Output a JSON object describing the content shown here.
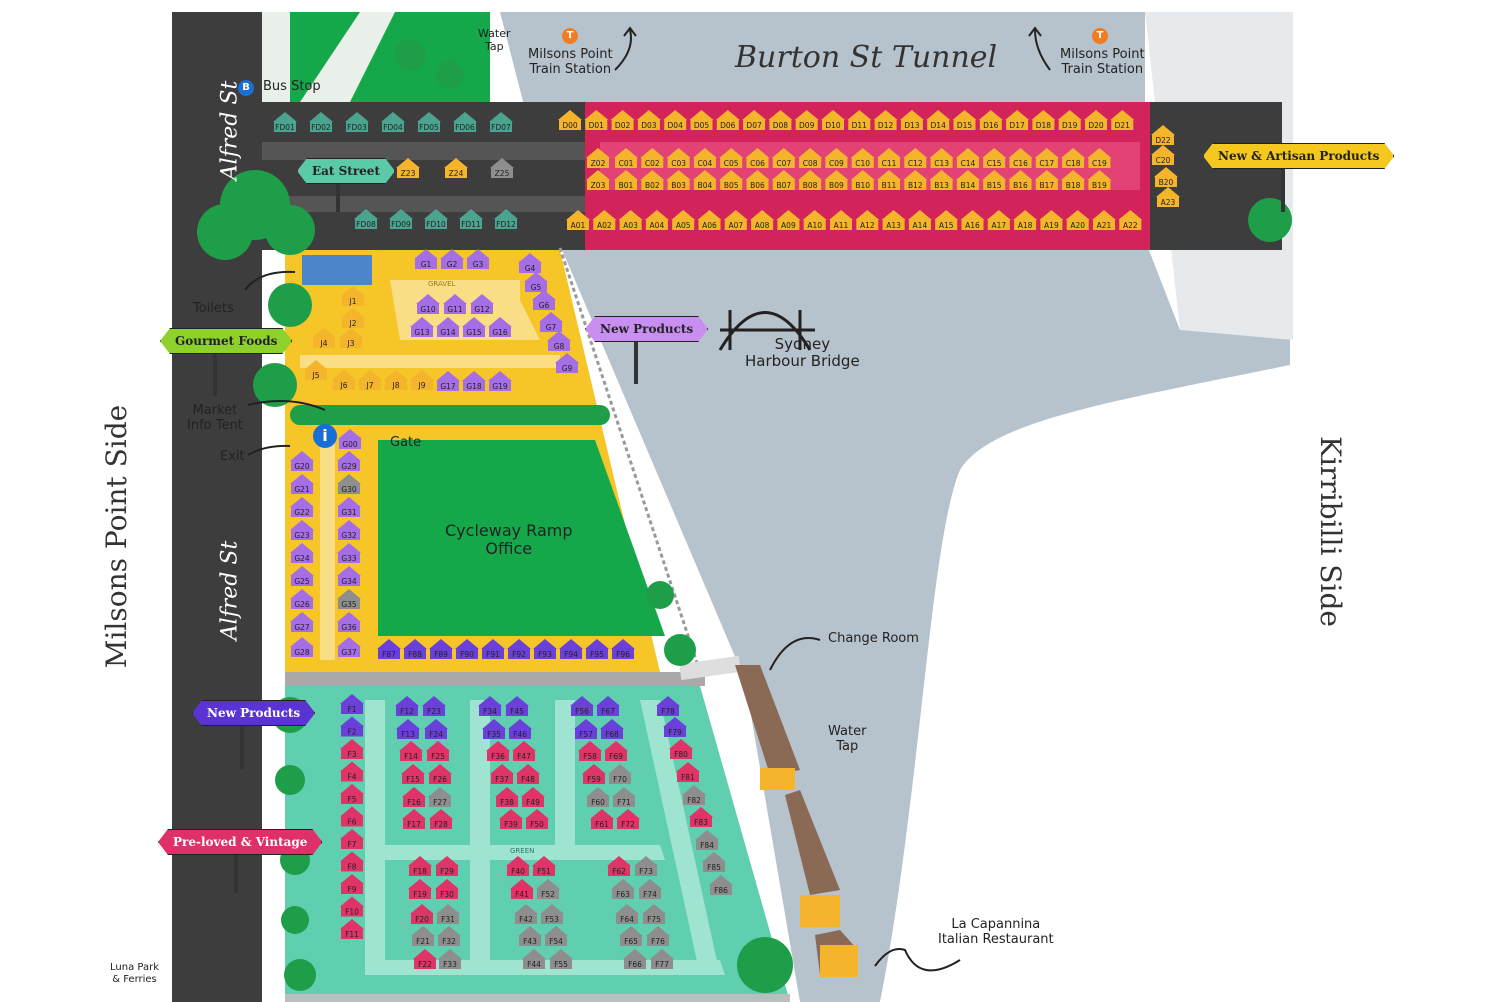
{
  "labels": {
    "milsons_side": "Milsons Point Side",
    "kirribilli_side": "Kirribilli Side",
    "tunnel": "Burton St Tunnel",
    "alfred_top": "Alfred St",
    "alfred_bottom": "Alfred St",
    "bus_stop": "Bus Stop",
    "water_tap_top": "Water\nTap",
    "train_left": "Milsons Point\nTrain Station",
    "train_right": "Milsons Point\nTrain Station",
    "toilets": "Toilets",
    "market_info": "Market\nInfo Tent",
    "exit": "Exit",
    "gate": "Gate",
    "cycleway": "Cycleway Ramp\nOffice",
    "harbour_bridge": "Sydney\nHarbour Bridge",
    "change_room": "Change Room",
    "water_tap_right": "Water\nTap",
    "restaurant": "La Capannina\nItalian Restaurant",
    "luna_park": "Luna Park\n& Ferries",
    "gravel": "GRAVEL",
    "green": "GREEN"
  },
  "signs": {
    "eat_street": "Eat Street",
    "gourmet_foods": "Gourmet Foods",
    "new_products_top": "New Products",
    "new_artisan": "New & Artisan Products",
    "new_products_left": "New Products",
    "preloved": "Pre-loved & Vintage"
  },
  "icons": {
    "bus": "B",
    "train": "T",
    "info": "i"
  },
  "colors": {
    "road": "#3d3d3d",
    "water": "#b7c3cc",
    "yellow_zone": "#f6c527",
    "pink_zone": "#d2245a",
    "green_zone": "#5fcfb0",
    "cycleway": "#14a84a",
    "tent_yellow": "#f4b52c",
    "tent_purple": "#a56ee6",
    "tent_violet": "#6a40d8",
    "tent_pink": "#e03468",
    "tent_grey": "#8e8e8e",
    "tent_teal": "#4aa48f"
  },
  "stalls": {
    "fd": [
      "FD01",
      "FD02",
      "FD03",
      "FD04",
      "FD05",
      "FD06",
      "FD07",
      "FD08",
      "FD09",
      "FD10",
      "FD11",
      "FD12"
    ],
    "z": [
      "Z23",
      "Z24",
      "Z25",
      "Z02",
      "Z03"
    ],
    "d": [
      "D00",
      "D01",
      "D02",
      "D03",
      "D04",
      "D05",
      "D06",
      "D07",
      "D08",
      "D09",
      "D10",
      "D11",
      "D12",
      "D13",
      "D14",
      "D15",
      "D16",
      "D17",
      "D18",
      "D19",
      "D20",
      "D21",
      "D22"
    ],
    "c": [
      "C01",
      "C02",
      "C03",
      "C04",
      "C05",
      "C06",
      "C07",
      "C08",
      "C09",
      "C10",
      "C11",
      "C12",
      "C13",
      "C14",
      "C15",
      "C16",
      "C17",
      "C18",
      "C19",
      "C20"
    ],
    "b": [
      "B01",
      "B02",
      "B03",
      "B04",
      "B05",
      "B06",
      "B07",
      "B08",
      "B09",
      "B10",
      "B11",
      "B12",
      "B13",
      "B14",
      "B15",
      "B16",
      "B17",
      "B18",
      "B19",
      "B20"
    ],
    "a": [
      "A01",
      "A02",
      "A03",
      "A04",
      "A05",
      "A06",
      "A07",
      "A08",
      "A09",
      "A10",
      "A11",
      "A12",
      "A13",
      "A14",
      "A15",
      "A16",
      "A17",
      "A18",
      "A19",
      "A20",
      "A21",
      "A22",
      "A23"
    ],
    "j": [
      "J1",
      "J2",
      "J3",
      "J4",
      "J5",
      "J6",
      "J7",
      "J8",
      "J9"
    ],
    "g": [
      "G1",
      "G2",
      "G3",
      "G4",
      "G5",
      "G6",
      "G7",
      "G8",
      "G9",
      "G10",
      "G11",
      "G12",
      "G13",
      "G14",
      "G15",
      "G16",
      "G17",
      "G18",
      "G19",
      "G20",
      "G21",
      "G22",
      "G23",
      "G24",
      "G25",
      "G26",
      "G27",
      "G28",
      "G29",
      "G30",
      "G31",
      "G32",
      "G33",
      "G34",
      "G35",
      "G36",
      "G37",
      "G00"
    ],
    "f": [
      "F1",
      "F2",
      "F3",
      "F4",
      "F5",
      "F6",
      "F7",
      "F8",
      "F9",
      "F10",
      "F11",
      "F12",
      "F13",
      "F14",
      "F15",
      "F16",
      "F17",
      "F18",
      "F19",
      "F20",
      "F21",
      "F22",
      "F23",
      "F24",
      "F25",
      "F26",
      "F27",
      "F28",
      "F29",
      "F30",
      "F31",
      "F32",
      "F33",
      "F34",
      "F35",
      "F36",
      "F37",
      "F38",
      "F39",
      "F40",
      "F41",
      "F42",
      "F43",
      "F44",
      "F45",
      "F46",
      "F47",
      "F48",
      "F49",
      "F50",
      "F51",
      "F52",
      "F53",
      "F54",
      "F55",
      "F56",
      "F57",
      "F58",
      "F59",
      "F60",
      "F61",
      "F62",
      "F63",
      "F64",
      "F65",
      "F66",
      "F67",
      "F68",
      "F69",
      "F70",
      "F71",
      "F72",
      "F73",
      "F74",
      "F75",
      "F76",
      "F77",
      "F78",
      "F79",
      "F80",
      "F81",
      "F82",
      "F83",
      "F84",
      "F85",
      "F86",
      "F87",
      "F88",
      "F89",
      "F90",
      "F91",
      "F92",
      "F93",
      "F94",
      "F95",
      "F96"
    ]
  }
}
